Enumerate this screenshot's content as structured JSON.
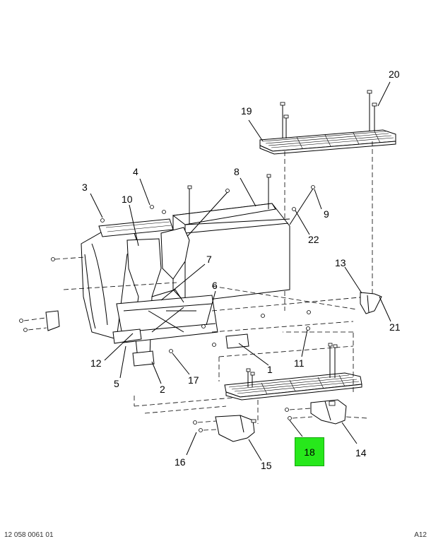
{
  "callouts": {
    "c1": "1",
    "c2": "2",
    "c3": "3",
    "c4": "4",
    "c5": "5",
    "c6": "6",
    "c7": "7",
    "c8": "8",
    "c9": "9",
    "c10": "10",
    "c11": "11",
    "c12": "12",
    "c13": "13",
    "c14": "14",
    "c15": "15",
    "c16": "16",
    "c17": "17",
    "c18": "18",
    "c19": "19",
    "c20": "20",
    "c21": "21",
    "c22": "22"
  },
  "highlight": {
    "label": "18",
    "color": "#27e81b"
  },
  "footer": {
    "left": "12 058 0061 01",
    "right": "A12"
  }
}
